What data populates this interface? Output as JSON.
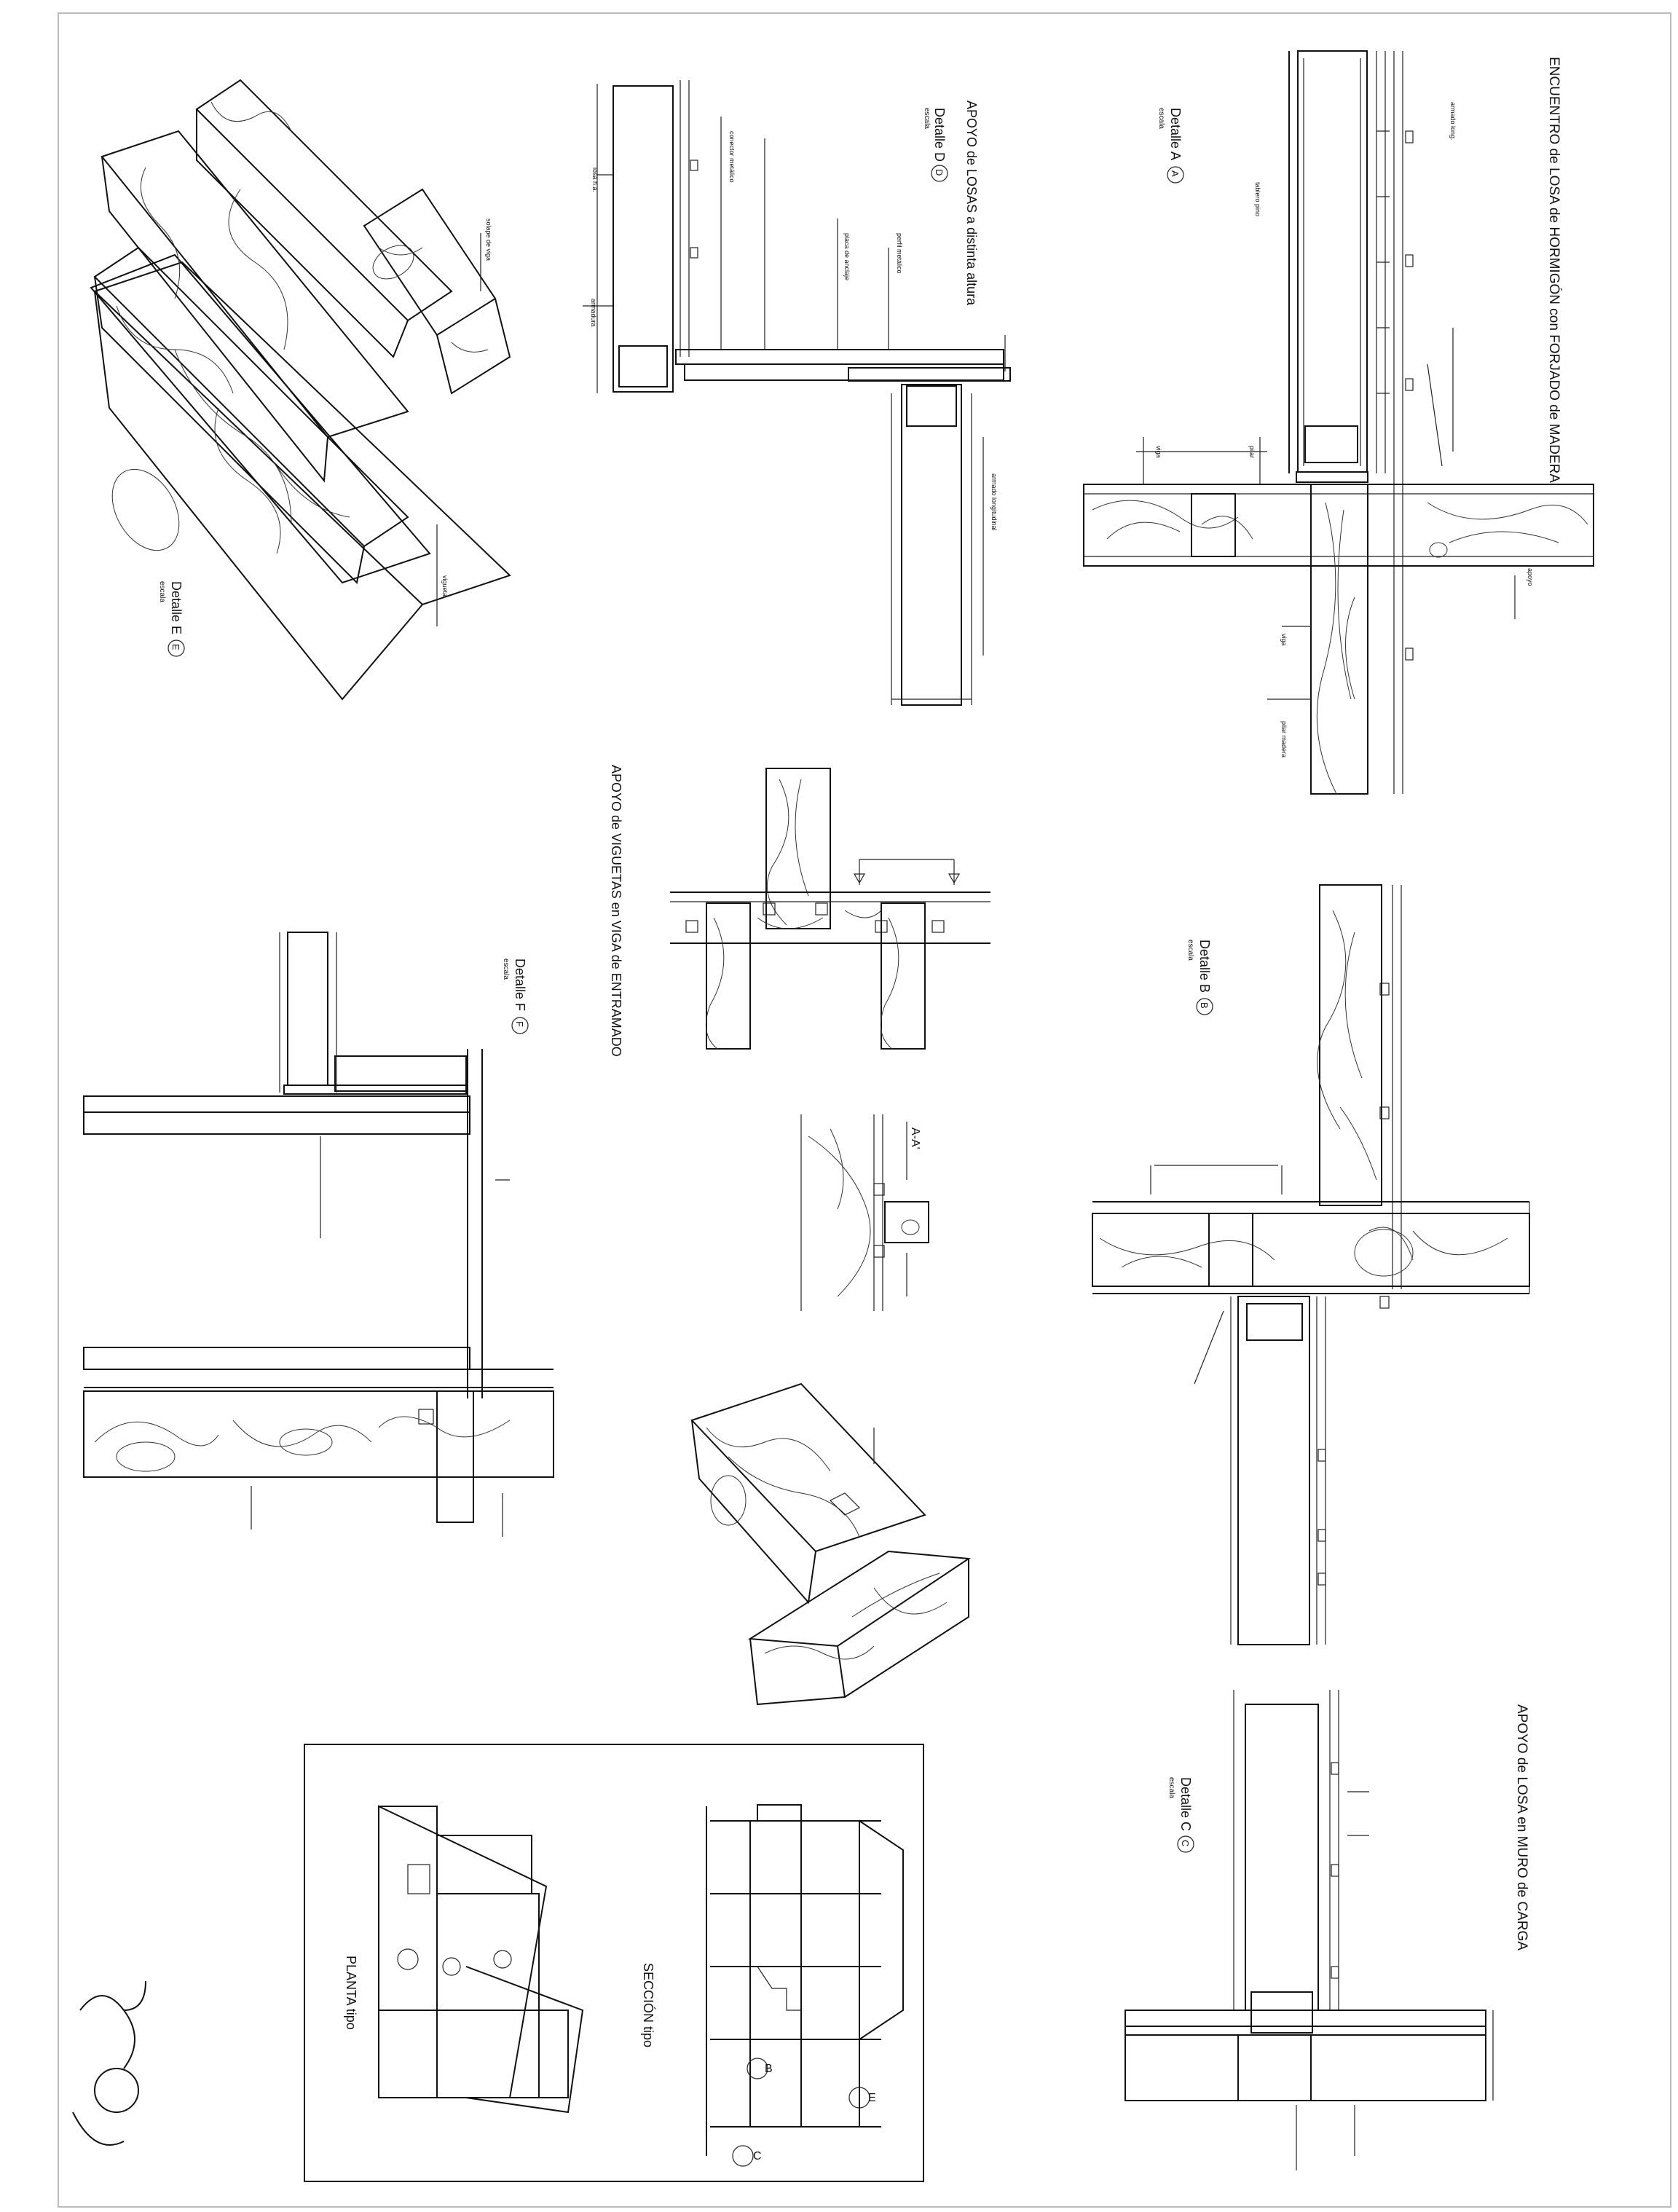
{
  "sheet": {
    "main_title": "ENCUENTRO de LOSA de HORMIGÓN con FORJADO de MADERA",
    "details": {
      "A": {
        "title": "Detalle A",
        "letter": "A",
        "scale": "escala"
      },
      "B": {
        "title": "Detalle B",
        "letter": "B",
        "scale": "escala"
      },
      "C": {
        "title": "Detalle C",
        "letter": "C",
        "scale": "escala"
      },
      "D": {
        "title": "Detalle D",
        "letter": "D",
        "scale": "escala"
      },
      "E": {
        "title": "Detalle E",
        "letter": "E",
        "scale": "escala"
      },
      "F": {
        "title": "Detalle F",
        "letter": "F",
        "scale": "escala"
      }
    },
    "captions": {
      "apoyo_losas": "APOYO de LOSAS a distinta altura",
      "apoyo_viguetas": "APOYO de VIGUETAS en VIGA de ENTRAMADO",
      "apoyo_muro": "APOYO de LOSA en MURO de CARGA",
      "section_aa": "A-A'",
      "planta": "PLANTA tipo",
      "seccion": "SECCIÓN tipo"
    },
    "key_markers": {
      "b": "B",
      "c": "C",
      "e": "E"
    }
  }
}
